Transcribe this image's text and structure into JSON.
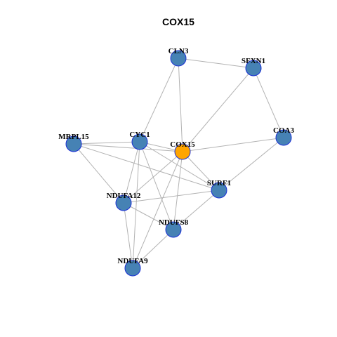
{
  "title": "COX15",
  "colors": {
    "node_default": "#4682b4",
    "node_highlight": "#ffa500",
    "node_border": "#1a2fd6",
    "edge": "#b3b3b3"
  },
  "nodes": [
    {
      "id": "CLN3",
      "label": "CLN3",
      "highlight": false
    },
    {
      "id": "SFXN1",
      "label": "SFXN1",
      "highlight": false
    },
    {
      "id": "COA3",
      "label": "COA3",
      "highlight": false
    },
    {
      "id": "MRPL15",
      "label": "MRPL15",
      "highlight": false
    },
    {
      "id": "CYC1",
      "label": "CYC1",
      "highlight": false
    },
    {
      "id": "COX15",
      "label": "COX15",
      "highlight": true
    },
    {
      "id": "SURF1",
      "label": "SURF1",
      "highlight": false
    },
    {
      "id": "NDUFA12",
      "label": "NDUFA12",
      "highlight": false
    },
    {
      "id": "NDUFS8",
      "label": "NDUFS8",
      "highlight": false
    },
    {
      "id": "NDUFA9",
      "label": "NDUFA9",
      "highlight": false
    }
  ],
  "edges": [
    [
      "CLN3",
      "SFXN1"
    ],
    [
      "CLN3",
      "CYC1"
    ],
    [
      "CLN3",
      "COX15"
    ],
    [
      "SFXN1",
      "COA3"
    ],
    [
      "SFXN1",
      "COX15"
    ],
    [
      "COA3",
      "COX15"
    ],
    [
      "COA3",
      "SURF1"
    ],
    [
      "MRPL15",
      "CYC1"
    ],
    [
      "MRPL15",
      "COX15"
    ],
    [
      "MRPL15",
      "NDUFA12"
    ],
    [
      "MRPL15",
      "SURF1"
    ],
    [
      "CYC1",
      "COX15"
    ],
    [
      "CYC1",
      "NDUFA12"
    ],
    [
      "CYC1",
      "NDUFS8"
    ],
    [
      "CYC1",
      "SURF1"
    ],
    [
      "COX15",
      "SURF1"
    ],
    [
      "COX15",
      "NDUFA12"
    ],
    [
      "COX15",
      "NDUFS8"
    ],
    [
      "COX15",
      "NDUFA9"
    ],
    [
      "COX15",
      "NDUFA12"
    ],
    [
      "SURF1",
      "NDUFA12"
    ],
    [
      "SURF1",
      "NDUFS8"
    ],
    [
      "NDUFA12",
      "NDUFS8"
    ],
    [
      "NDUFA12",
      "NDUFA9"
    ],
    [
      "NDUFS8",
      "NDUFA9"
    ],
    [
      "CYC1",
      "NDUFA9"
    ]
  ]
}
